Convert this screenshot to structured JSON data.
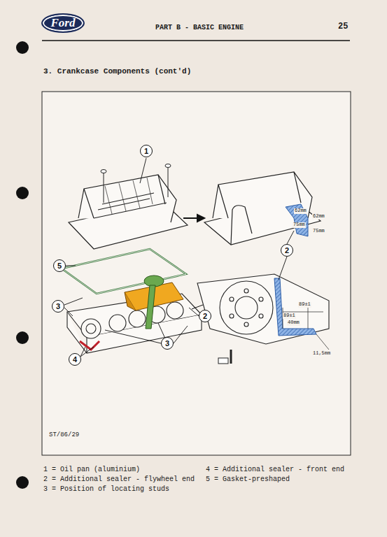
{
  "diagram": {
    "title": "3. Crankcase Components (cont'd)",
    "nodes": [
      {
        "text": [
          "Ford"
        ]
      },
      {
        "text": [
          "1"
        ]
      },
      {
        "text": [
          "2"
        ]
      },
      {
        "text": [
          "5"
        ]
      },
      {
        "text": [
          "3"
        ]
      },
      {
        "text": [
          "2"
        ]
      },
      {
        "text": [
          "3"
        ]
      },
      {
        "text": [
          "4"
        ]
      }
    ],
    "labels": [
      "PART B - BASIC ENGINE",
      "25",
      "62mm",
      "62mm",
      "75mm",
      "75mm",
      "89±1",
      "89±1",
      "40mm",
      "11,5mm",
      "ST/86/29",
      "1 = Oil pan (aluminium)",
      "2 = Additional sealer - flywheel end",
      "3 = Position of locating studs",
      "4 = Additional sealer - front end",
      "5 = Gasket-preshaped"
    ]
  }
}
